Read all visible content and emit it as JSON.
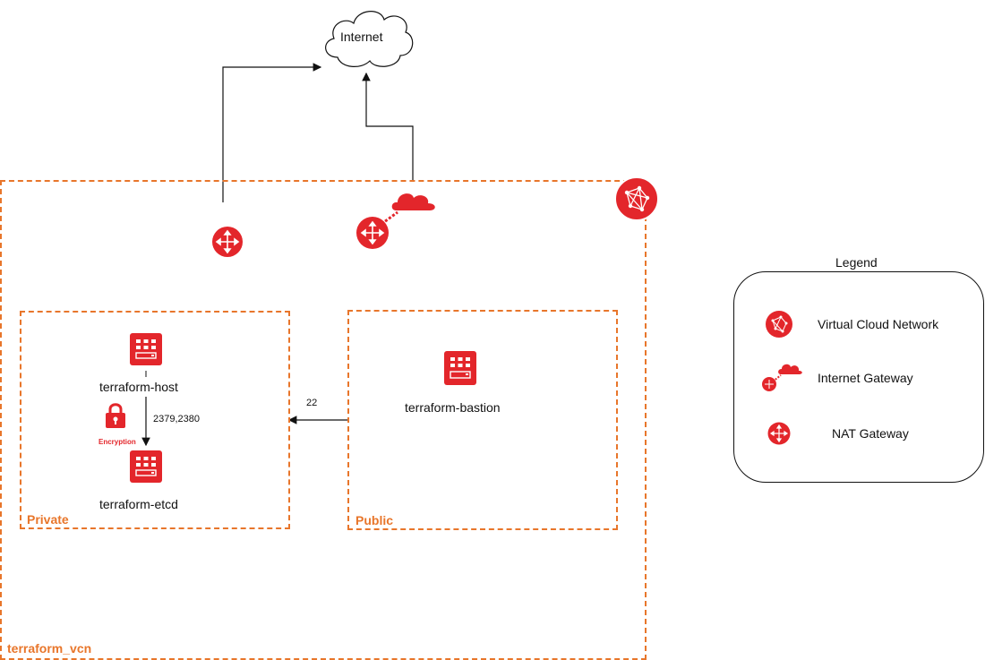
{
  "internet": {
    "label": "Internet"
  },
  "vcn": {
    "label": "terraform_vcn"
  },
  "subnets": {
    "private": {
      "label": "Private"
    },
    "public": {
      "label": "Public"
    }
  },
  "nodes": {
    "host": {
      "label": "terraform-host"
    },
    "etcd": {
      "label": "terraform-etcd"
    },
    "bastion": {
      "label": "terraform-bastion"
    }
  },
  "edges": {
    "etcd_ports": "2379,2380",
    "ssh_port": "22"
  },
  "encryption": {
    "label": "Encryption"
  },
  "legend": {
    "title": "Legend",
    "items": [
      {
        "icon": "vcn-icon",
        "label": "Virtual Cloud Network"
      },
      {
        "icon": "internet-gateway-icon",
        "label": "Internet Gateway"
      },
      {
        "icon": "nat-gateway-icon",
        "label": "NAT Gateway"
      }
    ]
  },
  "colors": {
    "accent": "#e8762b",
    "icon_red": "#e3262b"
  }
}
